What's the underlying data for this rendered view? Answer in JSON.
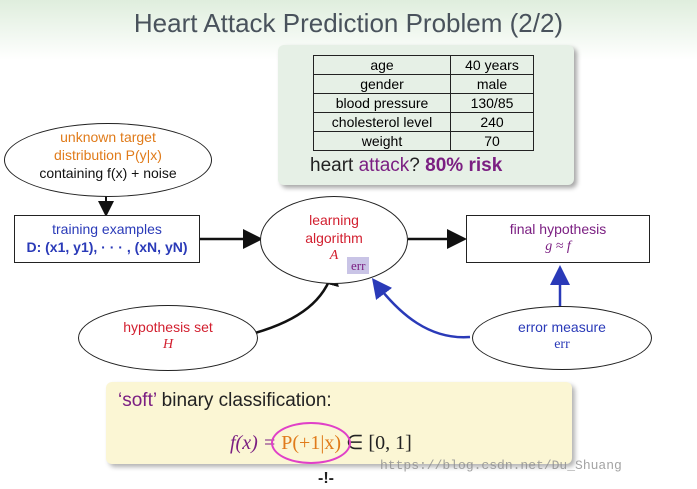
{
  "title": "Heart Attack Prediction Problem (2/2)",
  "patient_table": [
    {
      "key": "age",
      "value": "40 years"
    },
    {
      "key": "gender",
      "value": "male"
    },
    {
      "key": "blood pressure",
      "value": "130/85"
    },
    {
      "key": "cholesterol level",
      "value": "240"
    },
    {
      "key": "weight",
      "value": "70"
    }
  ],
  "risk": {
    "prefix": "heart ",
    "highlight": "attack",
    "suffix": "? ",
    "value": "80% risk"
  },
  "nodes": {
    "target": {
      "line1": "unknown target",
      "line2": "distribution P(y|x)",
      "line3": "containing f(x) + noise"
    },
    "training": {
      "line1": "training examples",
      "line2": "D: (x1, y1), · · · , (xN, yN)"
    },
    "algorithm": {
      "line1": "learning",
      "line2": "algorithm",
      "symbol": "A",
      "err_badge": "err"
    },
    "hypothesis": {
      "line1": "final hypothesis",
      "line2": "g ≈ f"
    },
    "hset": {
      "line1": "hypothesis set",
      "symbol": "H"
    },
    "error": {
      "line1": "error measure",
      "symbol": "err"
    }
  },
  "soft": {
    "quote": "‘soft’",
    "rest": " binary classification:",
    "formula_left": "f(x) = ",
    "formula_circled": "P(+1|x)",
    "formula_right": " ∈ [0, 1]"
  },
  "watermark": "https://blog.csdn.net/Du_Shuang",
  "bottom_mark": "-!-",
  "colors": {
    "orange": "#e07b1a",
    "blue": "#2a3ab8",
    "red": "#d21f2f",
    "purple": "#7b1f82",
    "magenta": "#e040c8"
  }
}
